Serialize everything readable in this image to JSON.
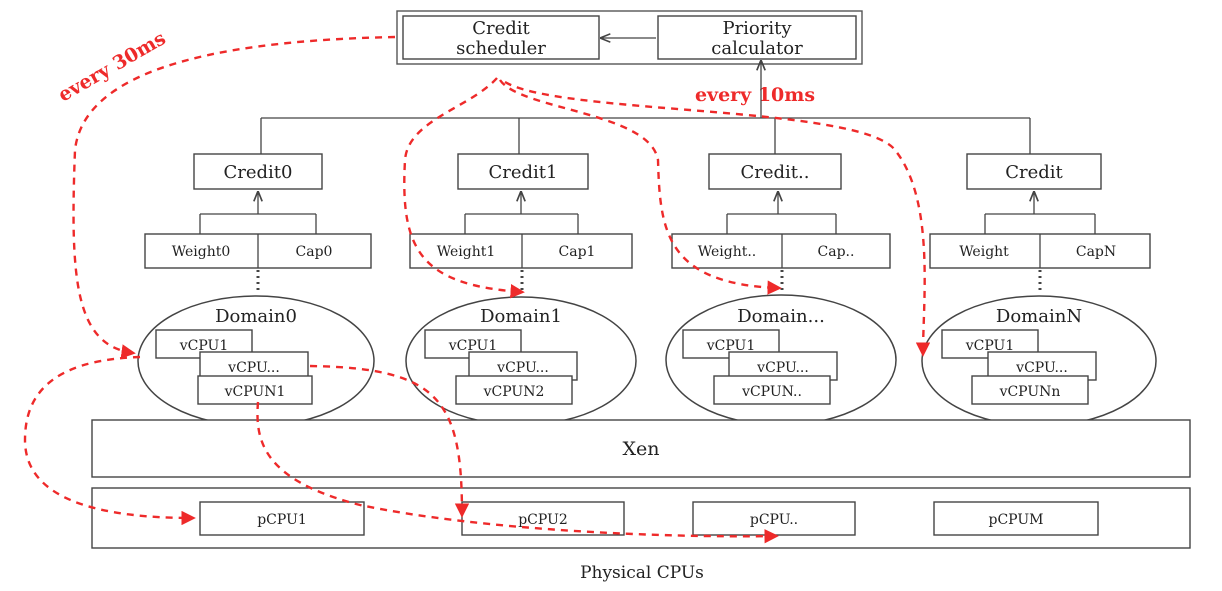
{
  "scheduler": {
    "credit_line1": "Credit",
    "credit_line2": "scheduler",
    "priority_line1": "Priority",
    "priority_line2": "calculator"
  },
  "timers": {
    "every_30ms": "every 30ms",
    "every_10ms": "every 10ms"
  },
  "domains": [
    {
      "credit": "Credit0",
      "weight": "Weight0",
      "cap": "Cap0",
      "name": "Domain0",
      "vcpus": [
        "vCPU1",
        "vCPU...",
        "vCPUN1"
      ]
    },
    {
      "credit": "Credit1",
      "weight": "Weight1",
      "cap": "Cap1",
      "name": "Domain1",
      "vcpus": [
        "vCPU1",
        "vCPU...",
        "vCPUN2"
      ]
    },
    {
      "credit": "Credit..",
      "weight": "Weight..",
      "cap": "Cap..",
      "name": "Domain...",
      "vcpus": [
        "vCPU1",
        "vCPU...",
        "vCPUN.."
      ]
    },
    {
      "credit": "Credit",
      "weight": "Weight",
      "cap": "CapN",
      "name": "DomainN",
      "vcpus": [
        "vCPU1",
        "vCPU...",
        "vCPUNn"
      ]
    }
  ],
  "hypervisor": {
    "label": "Xen"
  },
  "physical": {
    "pcpus": [
      "pCPU1",
      "pCPU2",
      "pCPU..",
      "pCPUM"
    ],
    "caption": "Physical CPUs"
  },
  "colors": {
    "accent": "#ee2a2a",
    "stroke": "#444444"
  }
}
